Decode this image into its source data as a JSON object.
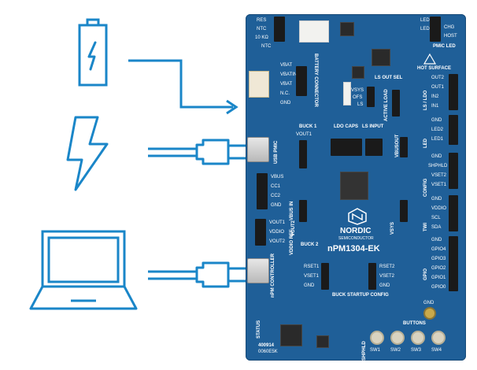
{
  "colors": {
    "icon_blue": "#1a86c8",
    "board_blue": "#1f5f98",
    "silk_white": "#ffffff"
  },
  "icons": {
    "battery": "battery-icon",
    "lightning": "lightning-icon",
    "laptop": "laptop-icon",
    "usb_cable_1": "usb-cable-icon",
    "usb_cable_2": "usb-cable-icon",
    "arrow": "arrow-icon"
  },
  "board": {
    "name": "nPM1304-EK",
    "brand": "NORDIC",
    "brand_sub": "SEMICONDUCTOR",
    "serial": "400914",
    "serial2": "0060E5K",
    "hot_surface": "HOT SURFACE",
    "labels": {
      "res": "RES",
      "ntc": "NTC",
      "k10": "10 KΩ",
      "ntc_box": "NTC",
      "vbat": "VBAT",
      "vbatin": "VBATIN",
      "vbat2": "VBAT",
      "nc": "N.C.",
      "gnd": "GND",
      "battery_connector": "BATTERY CONNECTOR",
      "ls_out_sel": "LS OUT SEL",
      "vsys": "VSYS",
      "off": "OFS",
      "ls": "LS",
      "active_load": "ACTIVE LOAD",
      "led1": "LED1",
      "led2": "LED2",
      "chg": "CHG",
      "host": "HOST",
      "pmic_led": "PMIC LED",
      "ls_ldo": "LS / LDO",
      "out2": "OUT2",
      "out1": "OUT1",
      "in2": "IN2",
      "in1": "IN1",
      "led": "LED",
      "led2b": "LED2",
      "led1b": "LED1",
      "gnd2": "GND",
      "buck1": "BUCK 1",
      "ldo_caps": "LDO CAPS",
      "ls_input": "LS INPUT",
      "usb_pmic": "USB PMIC",
      "vout1": "VOUT1",
      "vbusout": "VBUSOUT",
      "config": "CONFIG",
      "gnd3": "GND",
      "shphld": "SHPHLD",
      "vset2": "VSET2",
      "vset1": "VSET1",
      "vbus": "VBUS",
      "cc1": "CC1",
      "cc2": "CC2",
      "gnd4": "GND",
      "vbus_in": "VBUS IN",
      "twi": "TWI",
      "gnd5": "GND",
      "vddio": "VDDIO",
      "scl": "SCL",
      "sda": "SDA",
      "vout2": "VOUT2",
      "vsys2": "VSYS",
      "buck2": "BUCK 2",
      "vout1b": "VOUT1",
      "vddio2": "VDDIO",
      "vout2b": "VOUT2",
      "vddio_ref": "VDDIO REF",
      "gpio": "GPIO",
      "gnd6": "GND",
      "gpio4": "GPIO4",
      "gpio3": "GPIO3",
      "gpio2": "GPIO2",
      "gpio1": "GPIO1",
      "gpio0": "GPIO0",
      "npm_controller": "nPM CONTROLLER",
      "rset1": "RSET1",
      "vset1b": "VSET1",
      "gnd7": "GND",
      "rset2": "RSET2",
      "vset2b": "VSET2",
      "gnd8": "GND",
      "buck_startup": "BUCK STARTUP CONFIG",
      "status": "STATUS",
      "buttons": "BUTTONS",
      "gnd9": "GND",
      "sw1": "SW1",
      "sw2": "SW2",
      "sw3": "SW3",
      "sw4": "SW4",
      "shphld2": "SHPHLD"
    }
  }
}
